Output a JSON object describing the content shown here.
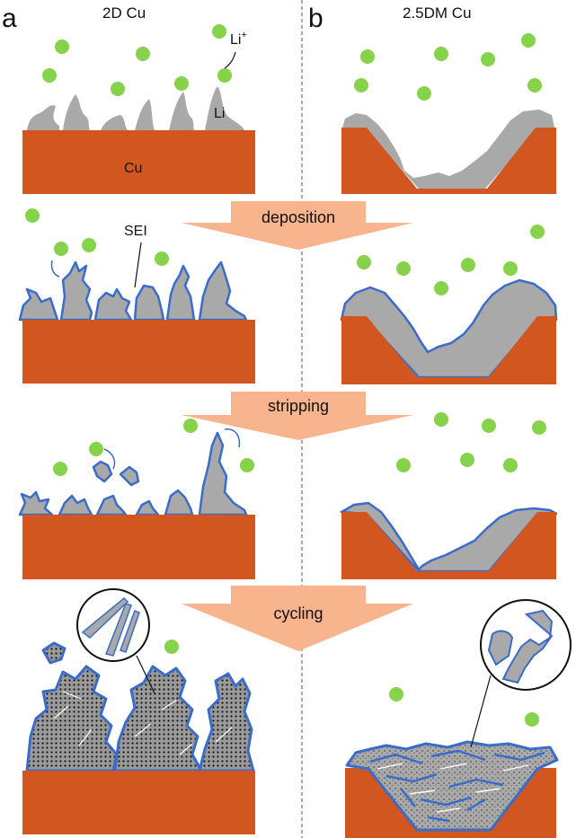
{
  "panel_a": {
    "letter": "a",
    "title": "2D Cu"
  },
  "panel_b": {
    "letter": "b",
    "title": "2.5DM Cu"
  },
  "labels": {
    "li_ion": "Li",
    "li_ion_sup": "+",
    "li": "Li",
    "cu": "Cu",
    "sei": "SEI"
  },
  "steps": [
    "deposition",
    "stripping",
    "cycling"
  ],
  "colors": {
    "copper": "#d2561f",
    "lithium": "#a9a9a9",
    "sei": "#3a6cc9",
    "li_ion": "#86d34b",
    "arrow": "#f8b48c"
  }
}
